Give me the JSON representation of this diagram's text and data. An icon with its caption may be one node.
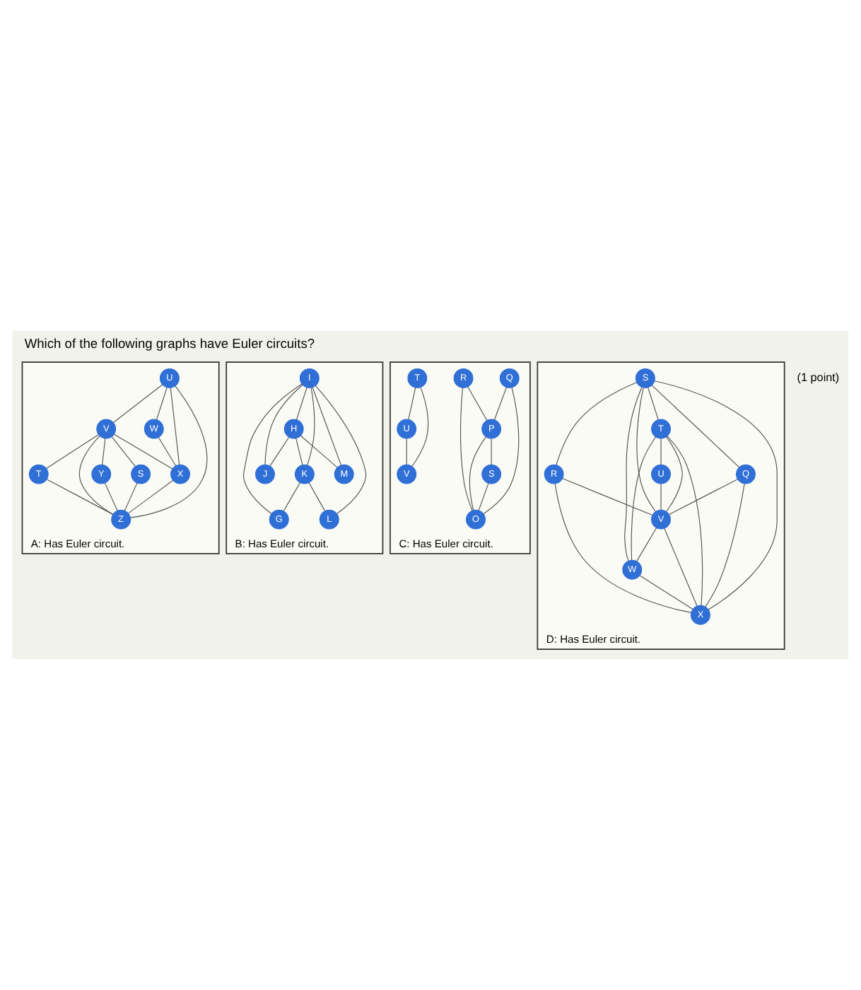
{
  "diagram": {
    "title": "Which of the following graphs have Euler circuits?",
    "nodes": [
      {
        "text": [
          "A: Has Euler circuit."
        ]
      },
      {
        "text": [
          "U"
        ],
        "in": 0
      },
      {
        "text": [
          "V"
        ],
        "in": 0
      },
      {
        "text": [
          "T"
        ],
        "in": 0
      },
      {
        "text": [
          "W"
        ],
        "in": 0
      },
      {
        "text": [
          "S"
        ],
        "in": 0
      },
      {
        "text": [
          "X"
        ],
        "in": 0
      },
      {
        "text": [
          "Z"
        ],
        "in": 0
      },
      {
        "text": [
          "Y"
        ],
        "in": 0
      },
      {
        "text": [
          "B: Has Euler circuit."
        ]
      },
      {
        "text": [
          "I"
        ],
        "in": 9
      },
      {
        "text": [
          "H"
        ],
        "in": 9
      },
      {
        "text": [
          "J"
        ],
        "in": 9
      },
      {
        "text": [
          "G"
        ],
        "in": 9
      },
      {
        "text": [
          "K"
        ],
        "in": 9
      },
      {
        "text": [
          "L"
        ],
        "in": 9
      },
      {
        "text": [
          "M"
        ],
        "in": 9
      },
      {
        "text": [
          "C: Has Euler circuit."
        ]
      },
      {
        "text": [
          "Q"
        ],
        "in": 17
      },
      {
        "text": [
          "R"
        ],
        "in": 17
      },
      {
        "text": [
          "P"
        ],
        "in": 17
      },
      {
        "text": [
          "S"
        ],
        "in": 17
      },
      {
        "text": [
          "O"
        ],
        "in": 17
      },
      {
        "text": [
          "T"
        ],
        "in": 17
      },
      {
        "text": [
          "V"
        ],
        "in": 17
      },
      {
        "text": [
          "U"
        ],
        "in": 17
      },
      {
        "text": [
          "D: Has Euler circuit."
        ]
      },
      {
        "text": [
          "S"
        ],
        "in": 26
      },
      {
        "text": [
          "T"
        ],
        "in": 26
      },
      {
        "text": [
          "R"
        ],
        "in": 26
      },
      {
        "text": [
          "U"
        ],
        "in": 26
      },
      {
        "text": [
          "Q"
        ],
        "in": 26
      },
      {
        "text": [
          "V"
        ],
        "in": 26
      },
      {
        "text": [
          "X"
        ],
        "in": 26
      },
      {
        "text": [
          "W"
        ],
        "in": 26
      }
    ],
    "edges": [
      {
        "from": 1,
        "to": 2,
        "arrow": "none"
      },
      {
        "from": 1,
        "to": 4,
        "arrow": "none"
      },
      {
        "from": 1,
        "to": 6,
        "arrow": "none"
      },
      {
        "from": 1,
        "to": 7,
        "arrow": "none"
      },
      {
        "from": 2,
        "to": 3,
        "arrow": "none"
      },
      {
        "from": 2,
        "to": 6,
        "arrow": "none"
      },
      {
        "from": 2,
        "to": 8,
        "arrow": "none"
      },
      {
        "from": 2,
        "to": 7,
        "arrow": "none"
      },
      {
        "from": 2,
        "to": 5,
        "arrow": "none"
      },
      {
        "from": 3,
        "to": 7,
        "arrow": "none"
      },
      {
        "from": 4,
        "to": 6,
        "arrow": "none"
      },
      {
        "from": 6,
        "to": 7,
        "arrow": "none"
      },
      {
        "from": 5,
        "to": 7,
        "arrow": "none"
      },
      {
        "from": 8,
        "to": 7,
        "arrow": "none"
      },
      {
        "from": 10,
        "to": 11,
        "arrow": "none"
      },
      {
        "from": 10,
        "to": 12,
        "arrow": "none"
      },
      {
        "from": 10,
        "to": 14,
        "arrow": "none"
      },
      {
        "from": 10,
        "to": 15,
        "arrow": "none"
      },
      {
        "from": 10,
        "to": 16,
        "arrow": "none"
      },
      {
        "from": 10,
        "to": 13,
        "arrow": "none"
      },
      {
        "from": 11,
        "to": 12,
        "arrow": "none"
      },
      {
        "from": 11,
        "to": 14,
        "arrow": "none"
      },
      {
        "from": 11,
        "to": 16,
        "arrow": "none"
      },
      {
        "from": 14,
        "to": 13,
        "arrow": "none"
      },
      {
        "from": 14,
        "to": 15,
        "arrow": "none"
      },
      {
        "from": 18,
        "to": 20,
        "arrow": "none"
      },
      {
        "from": 18,
        "to": 22,
        "arrow": "none"
      },
      {
        "from": 19,
        "to": 20,
        "arrow": "none"
      },
      {
        "from": 19,
        "to": 22,
        "arrow": "none"
      },
      {
        "from": 20,
        "to": 21,
        "arrow": "none"
      },
      {
        "from": 20,
        "to": 22,
        "arrow": "none"
      },
      {
        "from": 21,
        "to": 22,
        "arrow": "none"
      },
      {
        "from": 23,
        "to": 24,
        "arrow": "none"
      },
      {
        "from": 23,
        "to": 25,
        "arrow": "none"
      },
      {
        "from": 25,
        "to": 24,
        "arrow": "none"
      },
      {
        "from": 27,
        "to": 28,
        "arrow": "none"
      },
      {
        "from": 27,
        "to": 29,
        "arrow": "none"
      },
      {
        "from": 27,
        "to": 32,
        "arrow": "none"
      },
      {
        "from": 27,
        "to": 34,
        "arrow": "none"
      },
      {
        "from": 27,
        "to": 33,
        "arrow": "none"
      },
      {
        "from": 27,
        "to": 31,
        "arrow": "none"
      },
      {
        "from": 28,
        "to": 30,
        "arrow": "none"
      },
      {
        "from": 28,
        "to": 32,
        "arrow": "none"
      },
      {
        "from": 28,
        "to": 34,
        "arrow": "none"
      },
      {
        "from": 28,
        "to": 33,
        "arrow": "none"
      },
      {
        "from": 29,
        "to": 32,
        "arrow": "none"
      },
      {
        "from": 29,
        "to": 33,
        "arrow": "none"
      },
      {
        "from": 30,
        "to": 32,
        "arrow": "none"
      },
      {
        "from": 31,
        "to": 32,
        "arrow": "none"
      },
      {
        "from": 31,
        "to": 33,
        "arrow": "none"
      },
      {
        "from": 32,
        "to": 33,
        "arrow": "none"
      },
      {
        "from": 32,
        "to": 34,
        "arrow": "none"
      },
      {
        "from": 34,
        "to": 33,
        "arrow": "none"
      }
    ],
    "labels": [
      "(1 point)"
    ]
  }
}
